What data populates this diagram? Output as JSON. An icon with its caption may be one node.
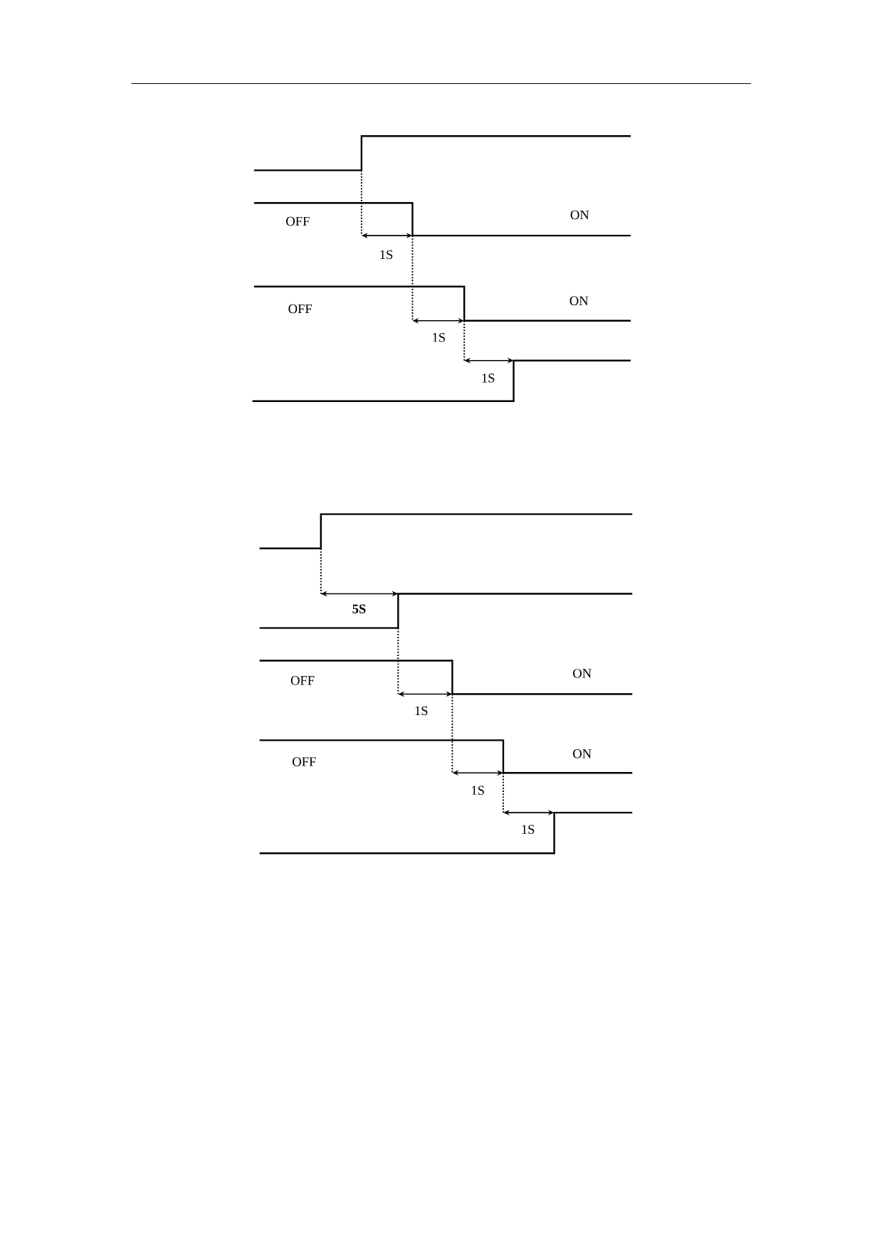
{
  "diagram": {
    "labels": [
      "OFF",
      "ON",
      "1S",
      "OFF",
      "ON",
      "1S",
      "1S",
      "5S",
      "OFF",
      "ON",
      "1S",
      "OFF",
      "ON",
      "1S",
      "1S"
    ]
  }
}
